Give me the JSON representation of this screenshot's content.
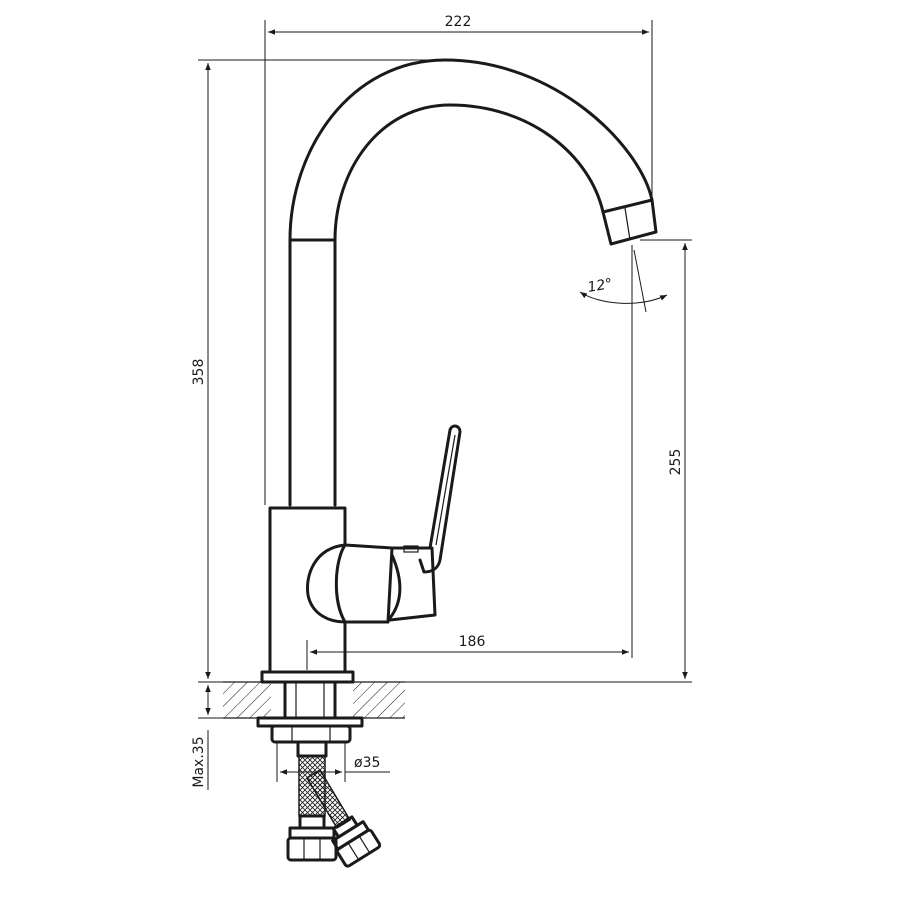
{
  "drawing": {
    "dimensions": {
      "overall_width": "222",
      "overall_height": "358",
      "spout_height": "255",
      "spout_reach": "186",
      "spout_angle": "12°",
      "max_counter_thickness": "Max.35",
      "hole_diameter": "ø35"
    }
  }
}
